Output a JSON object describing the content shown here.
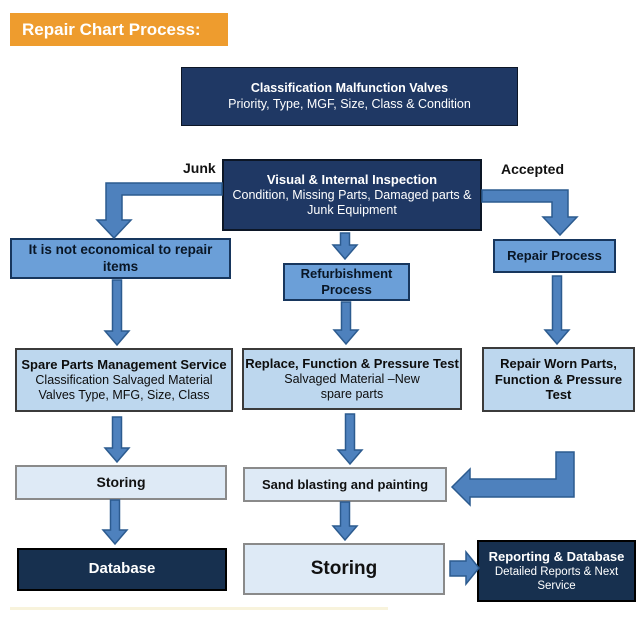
{
  "title": "Repair Chart Process:",
  "labels": {
    "junk": "Junk",
    "accepted": "Accepted"
  },
  "colors": {
    "banner_orange": "#EE9C2E",
    "dark_navy": "#1F3864",
    "medium_blue": "#6B9FD8",
    "light_blue": "#BDD7EE",
    "pale_blue": "#DEEAF6",
    "arrow_blue": "#4E81BD"
  },
  "boxes": {
    "classification": {
      "title": "Classification Malfunction Valves",
      "subtitle": "Priority, Type, MGF, Size, Class & Condition"
    },
    "visual": {
      "title": "Visual & Internal Inspection",
      "subtitle": "Condition, Missing Parts, Damaged parts & Junk Equipment"
    },
    "not_economical": {
      "title": "It is not economical to repair items"
    },
    "refurbishment": {
      "title": "Refurbishment Process"
    },
    "repair_process": {
      "title": "Repair Process"
    },
    "spare_parts": {
      "title": "Spare Parts Management Service",
      "line2": "Classification Salvaged Material",
      "line3": "Valves Type, MFG, Size, Class"
    },
    "replace_test": {
      "title": "Replace, Function & Pressure Test",
      "subtitle": "Salvaged Material –New spare parts"
    },
    "repair_worn": {
      "title": "Repair Worn Parts, Function & Pressure Test"
    },
    "storing_left": {
      "title": "Storing"
    },
    "sand_blasting": {
      "title": "Sand blasting and painting"
    },
    "database": {
      "title": "Database"
    },
    "storing_center": {
      "title": "Storing"
    },
    "reporting": {
      "title": "Reporting & Database",
      "subtitle": "Detailed Reports & Next Service"
    }
  }
}
